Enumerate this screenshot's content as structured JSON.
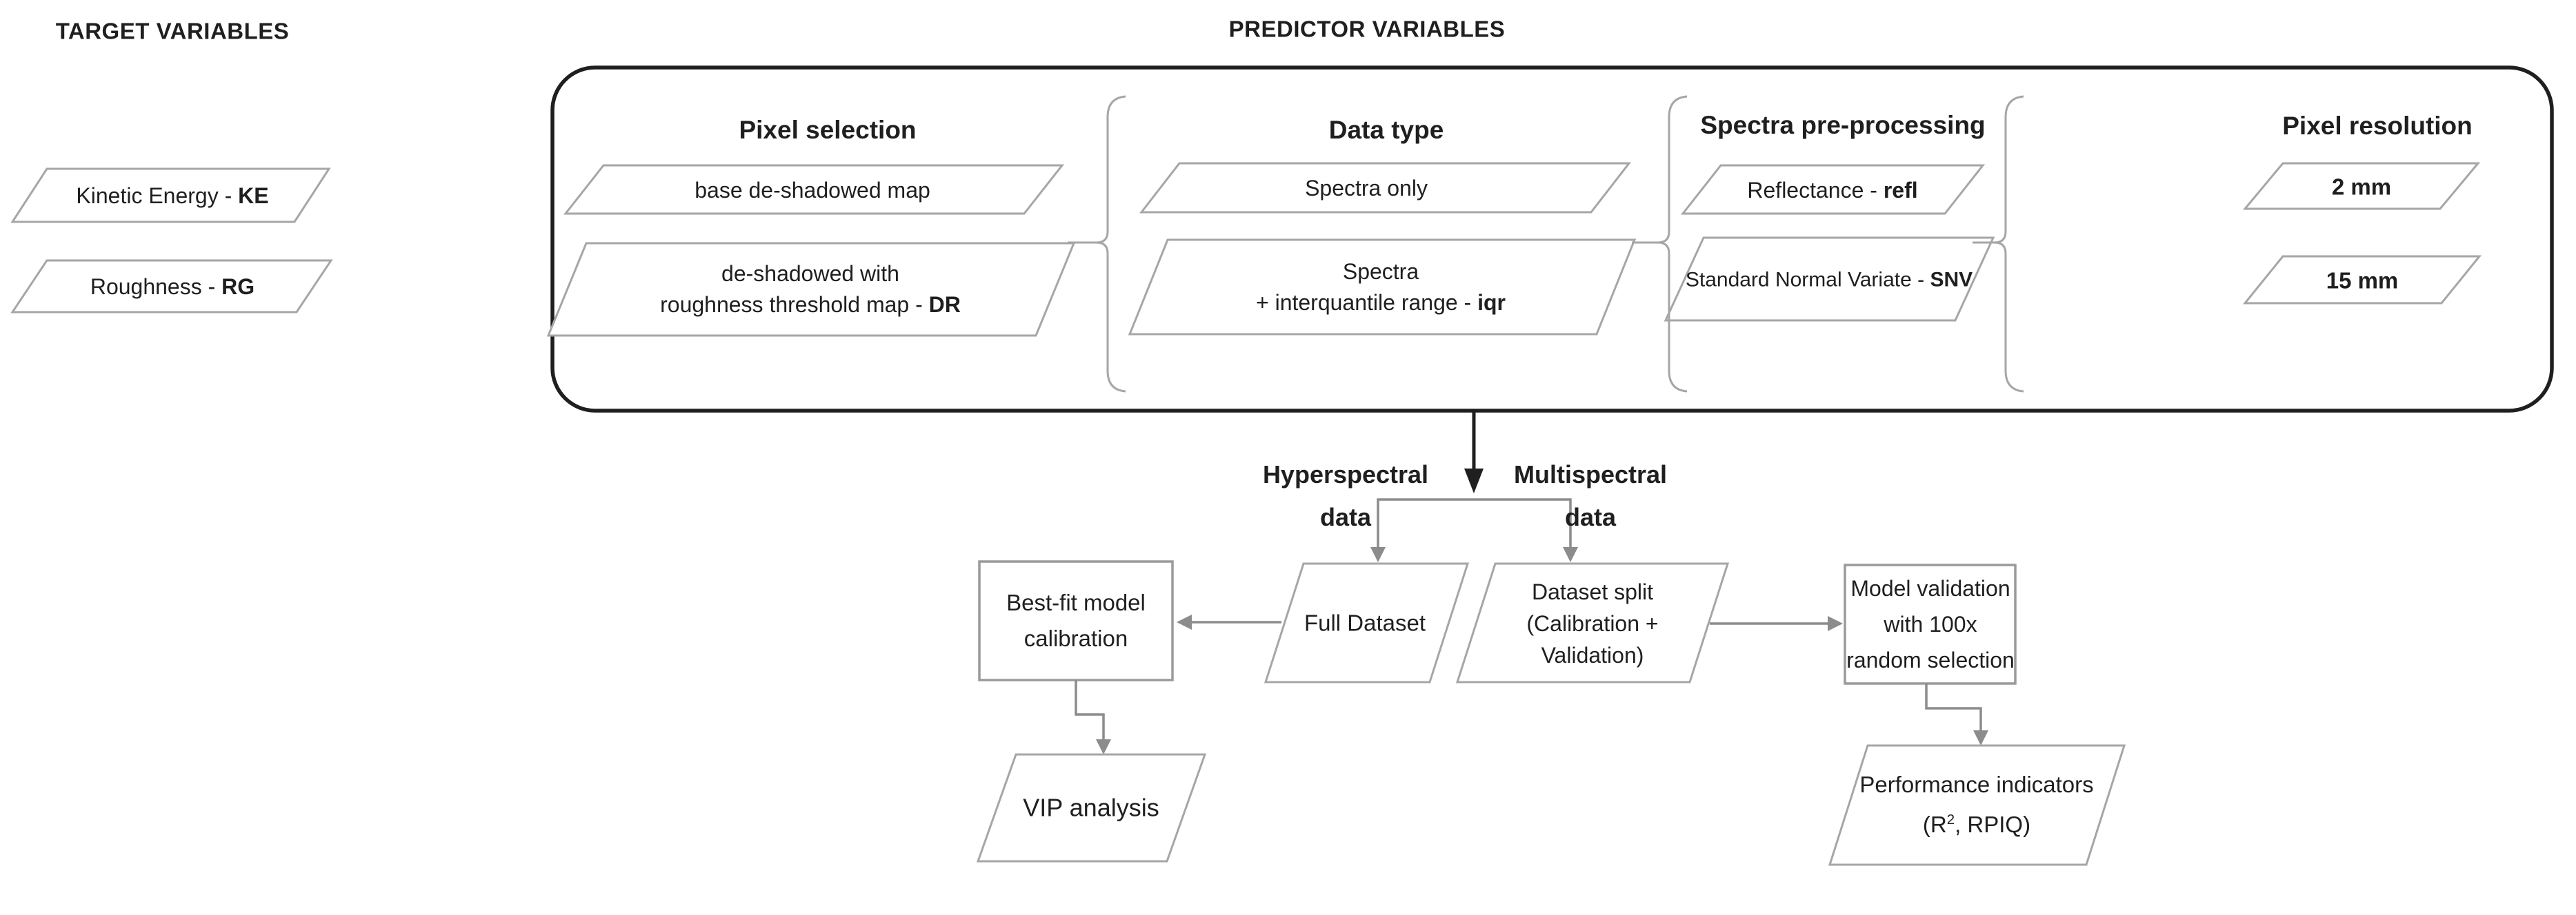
{
  "colors": {
    "ink": "#1f1f1f",
    "shape_stroke": "#a6a6a6",
    "connector": "#8c8c8c"
  },
  "titles": {
    "target": "TARGET VARIABLES",
    "predictor": "PREDICTOR VARIABLES"
  },
  "target_variables": {
    "kinetic": {
      "text": "Kinetic Energy - ",
      "bold": "KE"
    },
    "roughness": {
      "text": "Roughness - ",
      "bold": "RG"
    }
  },
  "sections": {
    "pixel_selection": {
      "heading": "Pixel selection",
      "row1": {
        "text": "base de-shadowed map"
      },
      "row2": {
        "line1": "de-shadowed with",
        "line2": "roughness threshold map - ",
        "bold": "DR"
      }
    },
    "data_type": {
      "heading": "Data type",
      "row1": {
        "text": "Spectra only"
      },
      "row2": {
        "line1": "Spectra",
        "line2": "+ interquantile range - ",
        "bold": "iqr"
      }
    },
    "preprocessing": {
      "heading": "Spectra pre-processing",
      "row1": {
        "text": "Reflectance - ",
        "bold": "refl"
      },
      "row2": {
        "text": "Standard Normal Variate - ",
        "bold": "SNV"
      }
    },
    "pixel_resolution": {
      "heading": "Pixel resolution",
      "row1": {
        "bold": "2 mm"
      },
      "row2": {
        "bold": "15 mm"
      }
    }
  },
  "branch_labels": {
    "hyperspectral": {
      "line1": "Hyperspectral",
      "line2": "data"
    },
    "multispectral": {
      "line1": "Multispectral",
      "line2": "data"
    }
  },
  "nodes": {
    "best_fit": {
      "line1": "Best-fit model",
      "line2": "calibration"
    },
    "full_dataset": {
      "text": "Full Dataset"
    },
    "dataset_split": {
      "line1": "Dataset split",
      "line2": "(Calibration +",
      "line3": "Validation)"
    },
    "model_validation": {
      "line1": "Model validation",
      "line2": "with 100x",
      "line3": "random selection"
    },
    "vip": {
      "text": "VIP analysis"
    },
    "performance": {
      "line1": "Performance indicators",
      "line2_pre": "(R",
      "line2_sup": "2",
      "line2_post": ", RPIQ)"
    }
  }
}
